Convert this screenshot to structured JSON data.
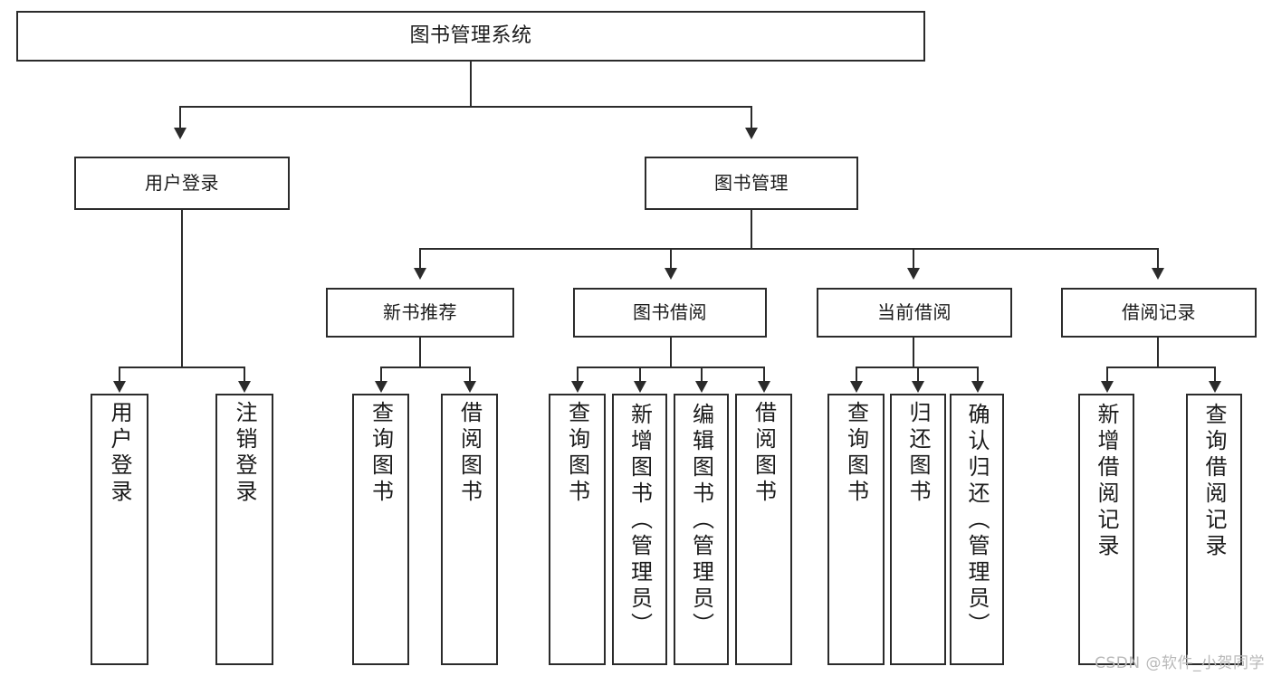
{
  "diagram": {
    "type": "tree-hierarchy-chart",
    "title": "图书管理系统",
    "watermark": "CSDN @软件_小贺同学",
    "colors": {
      "box_border": "#2b2b2b",
      "box_fill": "#ffffff",
      "text": "#1b1b1b",
      "connector": "#2b2b2b",
      "watermark": "#b9b9b9",
      "background": "#ffffff"
    },
    "root": {
      "label": "图书管理系统"
    },
    "level2": [
      {
        "id": "user-login",
        "label": "用户登录"
      },
      {
        "id": "book-manage",
        "label": "图书管理"
      }
    ],
    "level3": [
      {
        "id": "new-book-recommend",
        "label": "新书推荐",
        "parent": "book-manage"
      },
      {
        "id": "book-borrow",
        "label": "图书借阅",
        "parent": "book-manage"
      },
      {
        "id": "current-borrow",
        "label": "当前借阅",
        "parent": "book-manage"
      },
      {
        "id": "borrow-record",
        "label": "借阅记录",
        "parent": "book-manage"
      }
    ],
    "leaves": {
      "user-login": [
        {
          "id": "leaf-user-login",
          "label": "用户登录"
        },
        {
          "id": "leaf-user-logout",
          "label": "注销登录"
        }
      ],
      "new-book-recommend": [
        {
          "id": "leaf-query-book-1",
          "label": "查询图书"
        },
        {
          "id": "leaf-borrow-book-1",
          "label": "借阅图书"
        }
      ],
      "book-borrow": [
        {
          "id": "leaf-query-book-2",
          "label": "查询图书"
        },
        {
          "id": "leaf-add-book",
          "label": "新增图书（管理员）"
        },
        {
          "id": "leaf-edit-book",
          "label": "编辑图书（管理员）"
        },
        {
          "id": "leaf-borrow-book-2",
          "label": "借阅图书"
        }
      ],
      "current-borrow": [
        {
          "id": "leaf-query-book-3",
          "label": "查询图书"
        },
        {
          "id": "leaf-return-book",
          "label": "归还图书"
        },
        {
          "id": "leaf-confirm-return",
          "label": "确认归还（管理员）"
        }
      ],
      "borrow-record": [
        {
          "id": "leaf-add-record",
          "label": "新增借阅记录"
        },
        {
          "id": "leaf-query-record",
          "label": "查询借阅记录"
        }
      ]
    }
  }
}
